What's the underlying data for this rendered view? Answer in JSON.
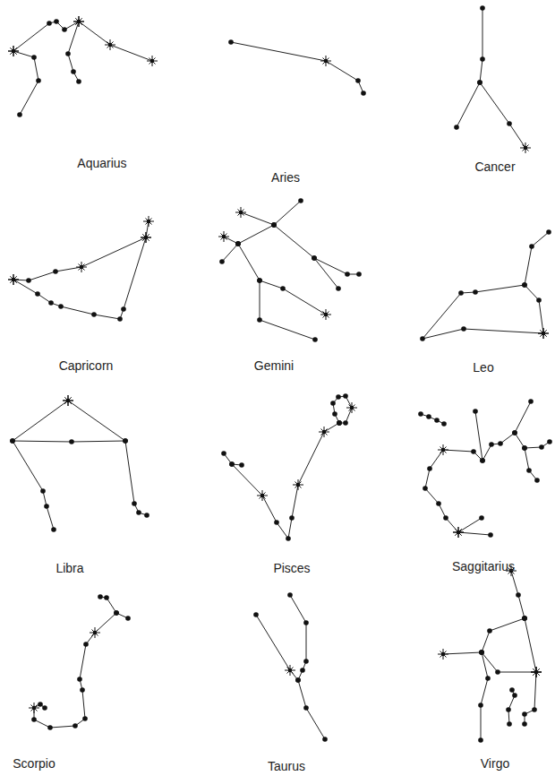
{
  "diagram": {
    "labels": [
      "Aquarius",
      "Aries",
      "Cancer",
      "Capricorn",
      "Gemini",
      "Leo",
      "Libra",
      "Pisces",
      "Saggitarius",
      "Scorpio",
      "Taurus",
      "Virgo"
    ]
  }
}
